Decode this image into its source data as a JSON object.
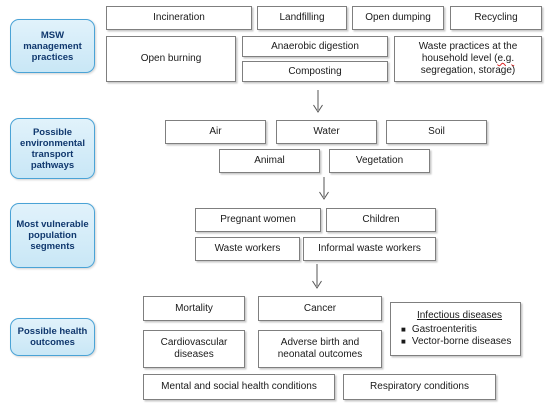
{
  "labels": {
    "msw": "MSW management practices",
    "env": "Possible environmental transport pathways",
    "vuln": "Most vulnerable population segments",
    "health": "Possible health outcomes"
  },
  "msw_practices": {
    "incineration": "Incineration",
    "landfilling": "Landfilling",
    "open_dumping": "Open dumping",
    "recycling": "Recycling",
    "open_burning": "Open burning",
    "anaerobic": "Anaerobic digestion",
    "composting": "Composting",
    "household_pre": "Waste practices at the household level (",
    "household_eg": "e.g.",
    "household_post": " segregation, storage)"
  },
  "pathways": {
    "air": "Air",
    "water": "Water",
    "soil": "Soil",
    "animal": "Animal",
    "vegetation": "Vegetation"
  },
  "populations": {
    "pregnant": "Pregnant women",
    "children": "Children",
    "waste_workers": "Waste workers",
    "informal": "Informal waste workers"
  },
  "outcomes": {
    "mortality": "Mortality",
    "cancer": "Cancer",
    "infectious_title": "Infectious diseases",
    "gastro": "Gastroenteritis",
    "vector": "Vector-borne diseases",
    "cardio": "Cardiovascular diseases",
    "adverse": "Adverse birth and neonatal outcomes",
    "mental": "Mental and social health conditions",
    "respiratory": "Respiratory conditions"
  }
}
